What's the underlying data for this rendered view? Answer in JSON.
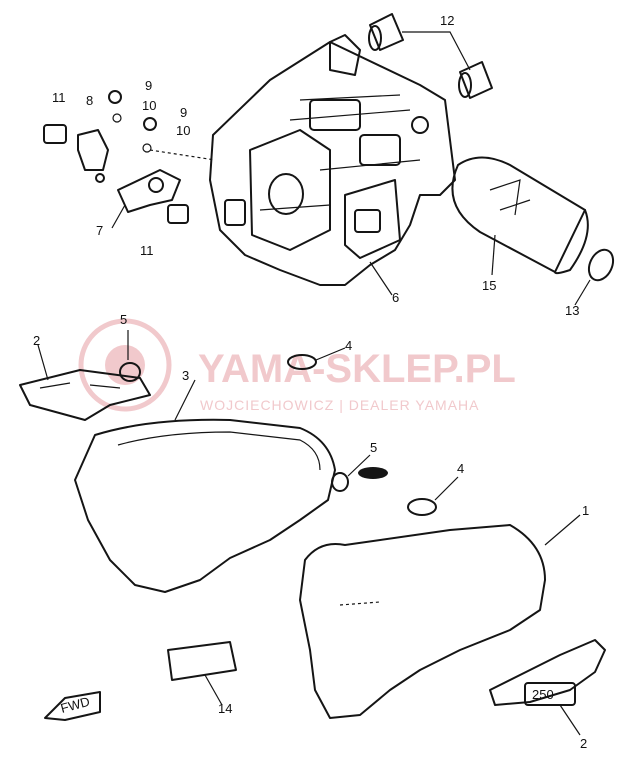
{
  "watermark": {
    "title": "YAMA-SKLEP.PL",
    "subtitle": "WOJCIECHOWICZ | DEALER YAMAHA",
    "color": "#f1c9cc"
  },
  "labels": {
    "p1": "1",
    "p2a": "2",
    "p2b": "2",
    "p3": "3",
    "p4a": "4",
    "p4b": "4",
    "p5a": "5",
    "p5b": "5",
    "p6": "6",
    "p7": "7",
    "p8": "8",
    "p9a": "9",
    "p9b": "9",
    "p10a": "10",
    "p10b": "10",
    "p11a": "11",
    "p11b": "11",
    "p12": "12",
    "p13": "13",
    "p14": "14",
    "p15": "15"
  },
  "fwd_mark": "FWD",
  "emblem_text": "250"
}
